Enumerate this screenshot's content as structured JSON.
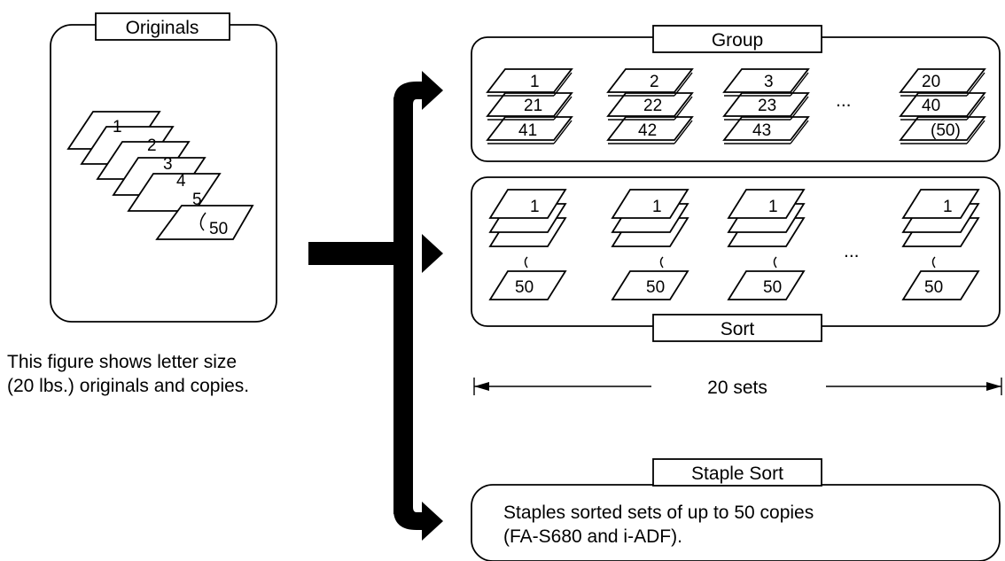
{
  "originals": {
    "title": "Originals",
    "page_labels": [
      "1",
      "2",
      "3",
      "4",
      "5",
      "50"
    ]
  },
  "caption": {
    "line1": "This figure shows letter size",
    "line2": "(20 lbs.) originals and copies."
  },
  "group": {
    "title": "Group",
    "stacks": [
      {
        "labels": [
          "1",
          "21",
          "41"
        ]
      },
      {
        "labels": [
          "2",
          "22",
          "42"
        ]
      },
      {
        "labels": [
          "3",
          "23",
          "43"
        ]
      },
      {
        "labels": [
          "20",
          "40",
          "(50)"
        ]
      }
    ],
    "ellipsis": "..."
  },
  "sort": {
    "title": "Sort",
    "stacks": [
      {
        "top": "1",
        "bottom": "50"
      },
      {
        "top": "1",
        "bottom": "50"
      },
      {
        "top": "1",
        "bottom": "50"
      },
      {
        "top": "1",
        "bottom": "50"
      }
    ],
    "ellipsis": "..."
  },
  "sets_label": "20 sets",
  "staple_sort": {
    "title": "Staple Sort",
    "line1": "Staples sorted sets of up to 50 copies",
    "line2": "(FA-S680 and i-ADF)."
  }
}
